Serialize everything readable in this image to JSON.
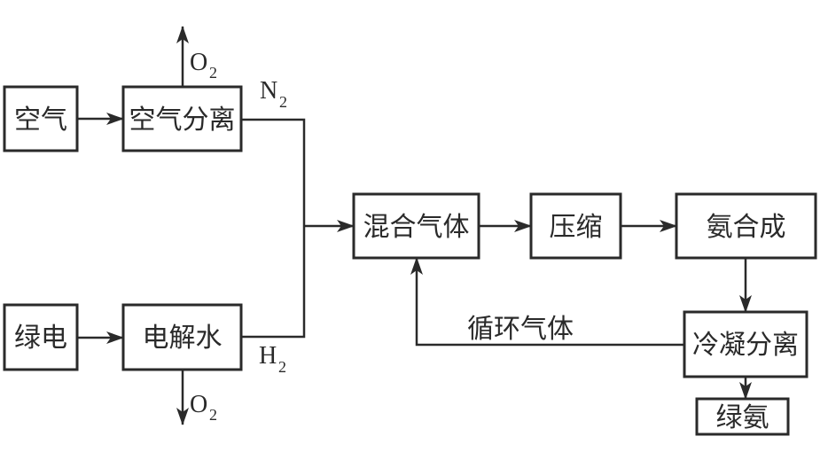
{
  "nodes": {
    "air": "空气",
    "air_separation": "空气分离",
    "green_power": "绿电",
    "electrolysis": "电解水",
    "mixed_gas": "混合气体",
    "compression": "压缩",
    "ammonia_synthesis": "氨合成",
    "condensation_separation": "冷凝分离",
    "green_ammonia": "绿氨"
  },
  "edge_labels": {
    "o2_top": {
      "base": "O",
      "sub": "2"
    },
    "n2": {
      "base": "N",
      "sub": "2"
    },
    "h2": {
      "base": "H",
      "sub": "2"
    },
    "o2_bottom": {
      "base": "O",
      "sub": "2"
    },
    "recycle": "循环气体"
  },
  "edges": [
    {
      "from": "air",
      "to": "air_separation"
    },
    {
      "from": "air_separation",
      "to": "o2_out",
      "label": "O2"
    },
    {
      "from": "air_separation",
      "to": "mixed_gas",
      "label": "N2"
    },
    {
      "from": "green_power",
      "to": "electrolysis"
    },
    {
      "from": "electrolysis",
      "to": "o2_out",
      "label": "O2"
    },
    {
      "from": "electrolysis",
      "to": "mixed_gas",
      "label": "H2"
    },
    {
      "from": "mixed_gas",
      "to": "compression"
    },
    {
      "from": "compression",
      "to": "ammonia_synthesis"
    },
    {
      "from": "ammonia_synthesis",
      "to": "condensation_separation"
    },
    {
      "from": "condensation_separation",
      "to": "green_ammonia"
    },
    {
      "from": "condensation_separation",
      "to": "mixed_gas",
      "label": "循环气体"
    }
  ]
}
